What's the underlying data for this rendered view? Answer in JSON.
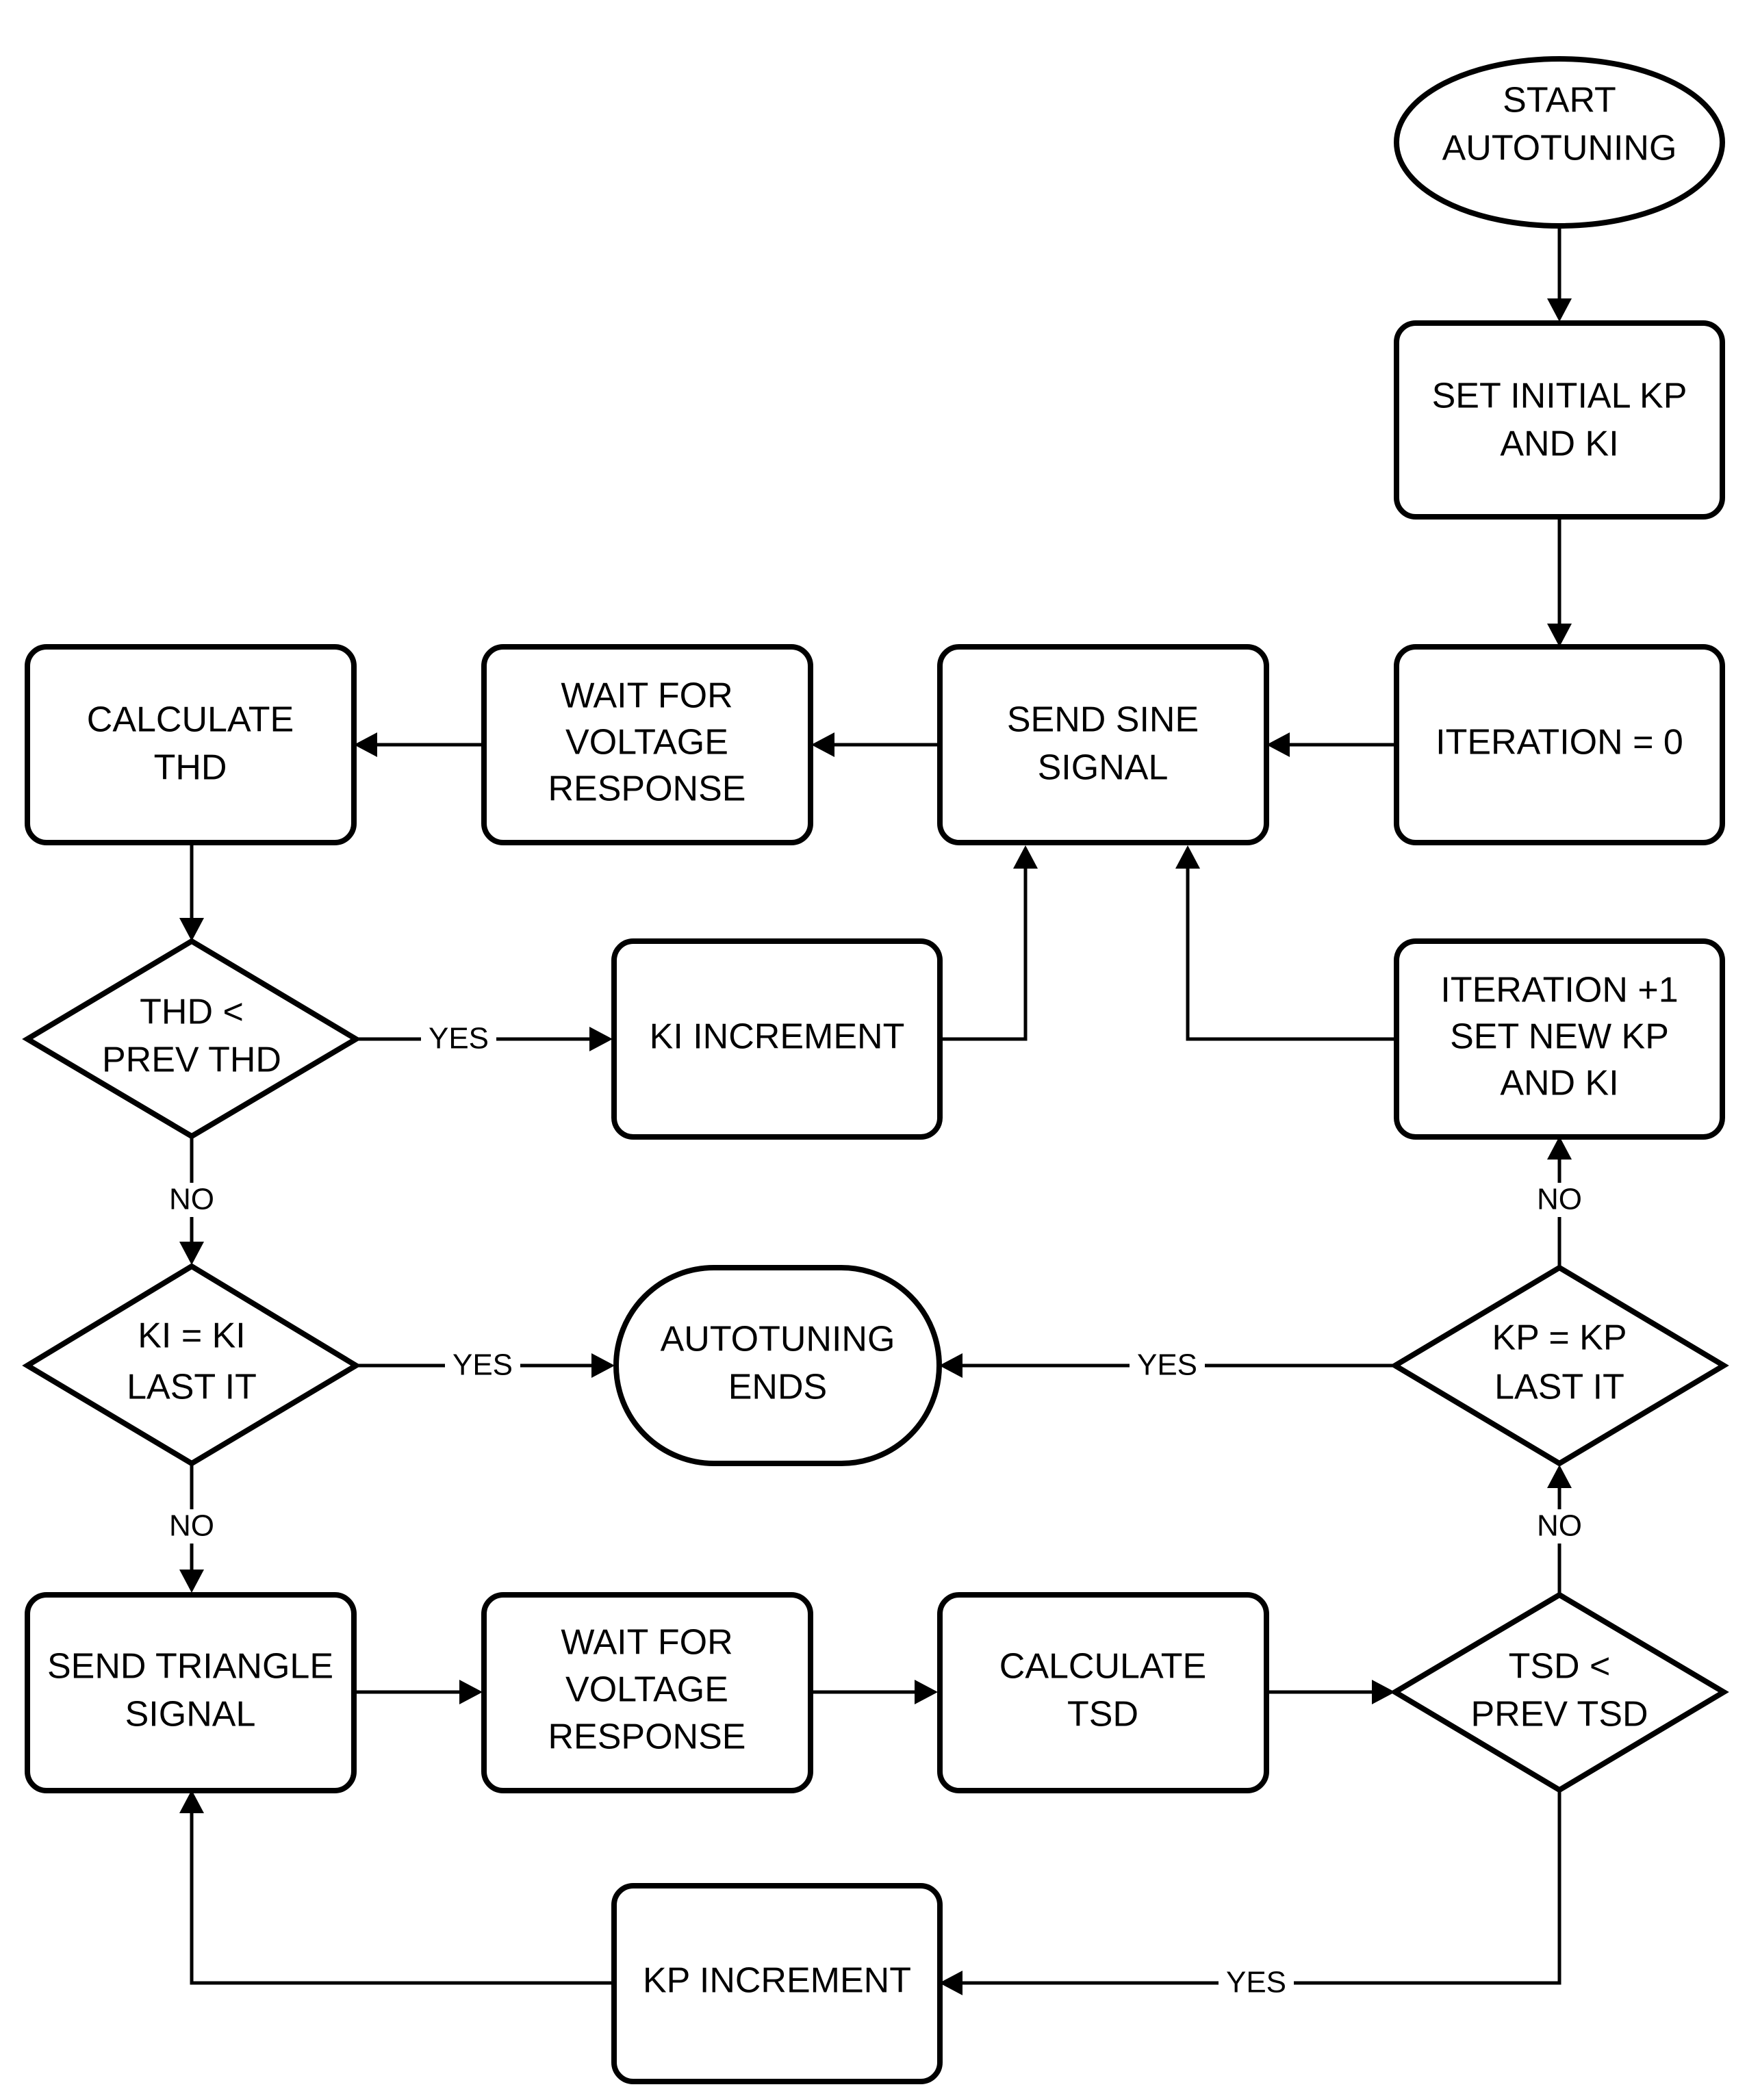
{
  "nodes": {
    "start": {
      "lines": [
        "START",
        "AUTOTUNING"
      ]
    },
    "set_initial": {
      "lines": [
        "SET INITIAL KP",
        "AND KI"
      ]
    },
    "iteration_zero": {
      "lines": [
        "ITERATION = 0"
      ]
    },
    "send_sine": {
      "lines": [
        "SEND SINE",
        "SIGNAL"
      ]
    },
    "wait_top": {
      "lines": [
        "WAIT FOR",
        "VOLTAGE",
        "RESPONSE"
      ]
    },
    "calc_thd": {
      "lines": [
        "CALCULATE",
        "THD"
      ]
    },
    "thd_decision": {
      "lines": [
        "THD <",
        "PREV THD"
      ]
    },
    "ki_increment": {
      "lines": [
        "KI INCREMENT"
      ]
    },
    "iteration_plus": {
      "lines": [
        "ITERATION +1",
        "SET NEW KP",
        "AND KI"
      ]
    },
    "ki_last": {
      "lines": [
        "KI = KI",
        "LAST IT"
      ]
    },
    "autotuning_ends": {
      "lines": [
        "AUTOTUNING",
        "ENDS"
      ]
    },
    "kp_last": {
      "lines": [
        "KP = KP",
        "LAST IT"
      ]
    },
    "send_triangle": {
      "lines": [
        "SEND TRIANGLE",
        "SIGNAL"
      ]
    },
    "wait_bottom": {
      "lines": [
        "WAIT FOR",
        "VOLTAGE",
        "RESPONSE"
      ]
    },
    "calc_tsd": {
      "lines": [
        "CALCULATE",
        "TSD"
      ]
    },
    "tsd_decision": {
      "lines": [
        "TSD <",
        "PREV TSD"
      ]
    },
    "kp_increment": {
      "lines": [
        "KP INCREMENT"
      ]
    }
  },
  "edge_labels": {
    "thd_yes": "YES",
    "thd_no": "NO",
    "ki_last_yes": "YES",
    "ki_last_no": "NO",
    "kp_last_yes": "YES",
    "kp_last_no": "NO",
    "tsd_yes": "YES",
    "tsd_no": "NO"
  }
}
